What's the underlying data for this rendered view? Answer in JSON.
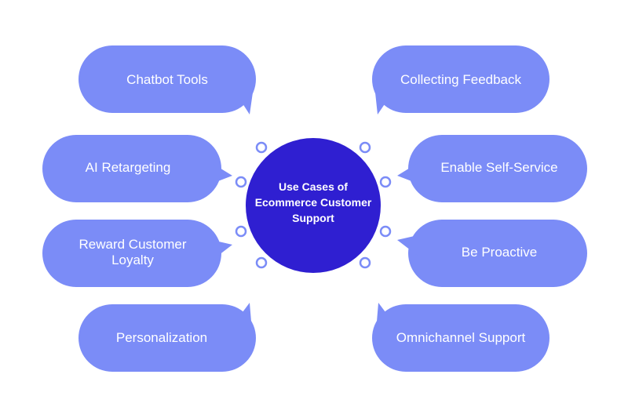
{
  "center": {
    "lines": [
      "Use Cases of",
      "Ecommerce Customer",
      "Support"
    ]
  },
  "bubbles": {
    "chatbot_tools": "Chatbot Tools",
    "ai_retargeting": "AI Retargeting",
    "reward_line1": "Reward Customer",
    "reward_line2": "Loyalty",
    "personalization": "Personalization",
    "collecting_feedback": "Collecting Feedback",
    "enable_self_service": "Enable Self-Service",
    "be_proactive": "Be Proactive",
    "omnichannel_support": "Omnichannel Support"
  },
  "colors": {
    "bubble": "#7B8CF7",
    "center_circle": "#2F1FD1",
    "ring": "#7B8CF7"
  }
}
